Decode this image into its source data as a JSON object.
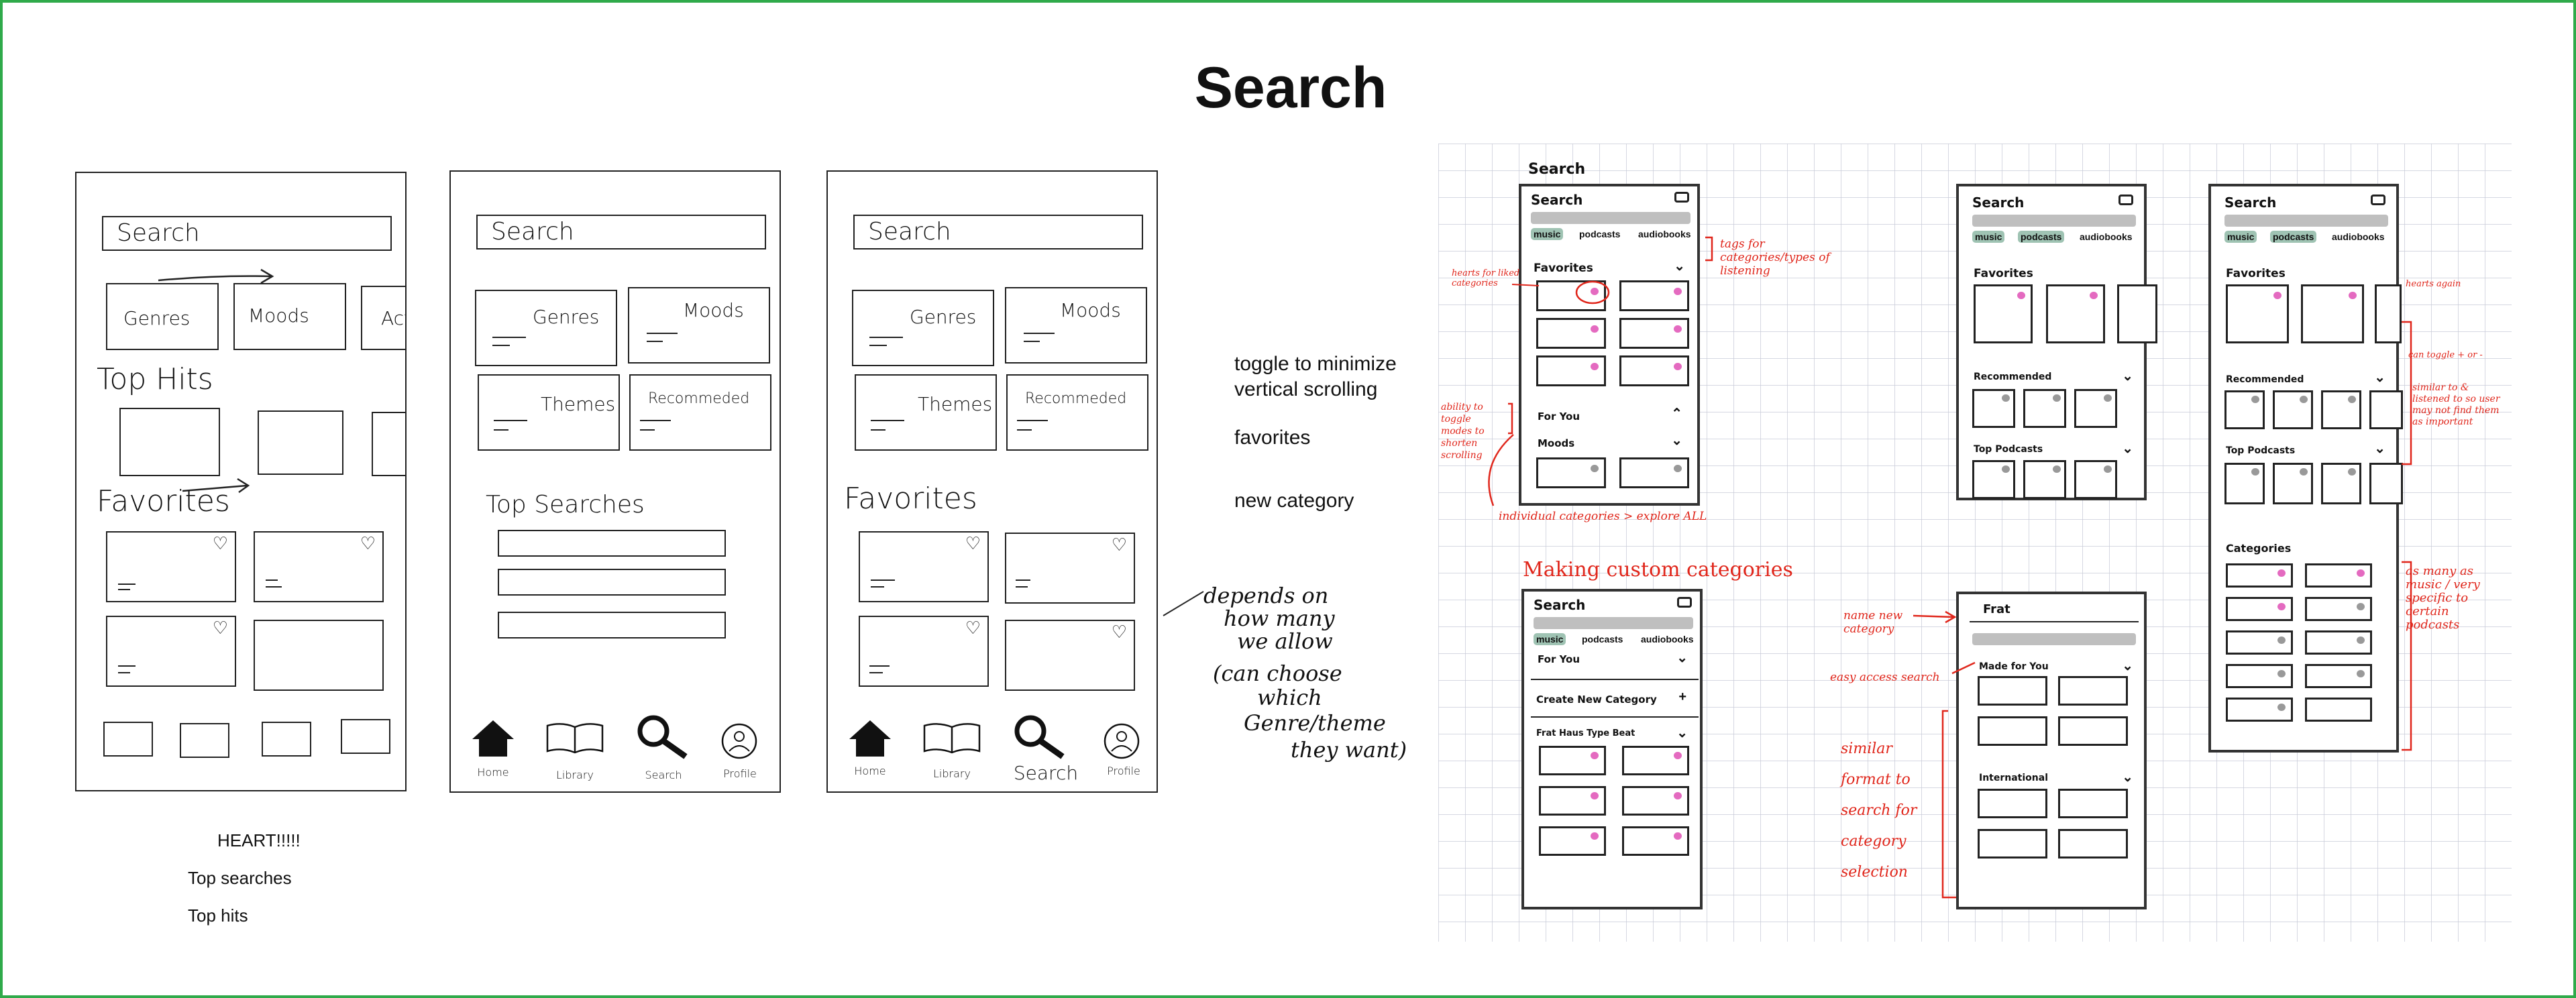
{
  "title": "Search",
  "wire1": {
    "search": "Search",
    "tiles": [
      "Genres",
      "Moods",
      "Acti"
    ],
    "top_hits": "Top Hits",
    "favorites": "Favorites"
  },
  "wire2": {
    "search": "Search",
    "tiles": [
      "Genres",
      "Moods",
      "Themes",
      "Recommeded"
    ],
    "top_searches": "Top Searches",
    "nav": [
      "Home",
      "Library",
      "Search",
      "Profile"
    ]
  },
  "wire3": {
    "search": "Search",
    "tiles": [
      "Genres",
      "Moods",
      "Themes",
      "Recommeded"
    ],
    "favorites": "Favorites",
    "nav": [
      "Home",
      "Library",
      "Search",
      "Profile"
    ]
  },
  "left_notes": [
    "HEART!!!!!",
    "Top searches",
    "Top hits"
  ],
  "mid_notes": [
    "toggle to minimize vertical scrolling",
    "favorites",
    "new category"
  ],
  "handwritten_note": [
    "depends on",
    "how many",
    "we allow",
    "(can choose",
    "which",
    "Genre/theme",
    "they want)"
  ],
  "sketch": {
    "page_label": "Search",
    "screen_title": "Search",
    "tags": [
      "music",
      "podcasts",
      "audiobooks"
    ],
    "sections_a": [
      "Favorites",
      "For You",
      "Moods"
    ],
    "sections_b": [
      "Favorites",
      "Recommended",
      "Top Podcasts"
    ],
    "sections_c": [
      "Favorites",
      "Recommended",
      "Top Podcasts",
      "Categories"
    ],
    "custom_heading": "Making custom categories",
    "custom_rows": [
      "For You",
      "Create New Category",
      "Frat Haus Type Beat"
    ],
    "custom2_title": "Frat",
    "custom2_rows": [
      "Made for You",
      "International"
    ],
    "red_notes": {
      "tags": "tags for categories/types of listening",
      "hearts": "hearts for liked categories",
      "toggle": "ability to toggle modes to shorten scrolling",
      "individual": "individual categories > explore ALL",
      "hearts_again": "hearts again",
      "can_toggle": "can toggle + or -",
      "similar": "similar to & listened to so user may not find them as important",
      "as_many": "as many as music / very specific to certain podcasts",
      "name": "name new category",
      "easy": "easy access search",
      "format": "similar format to search for category selection"
    }
  },
  "colors": {
    "border": "#2faa4a",
    "red_ink": "#e0261b",
    "tag_green": "#9fc3b3",
    "heart_pink": "#e46ac0"
  }
}
